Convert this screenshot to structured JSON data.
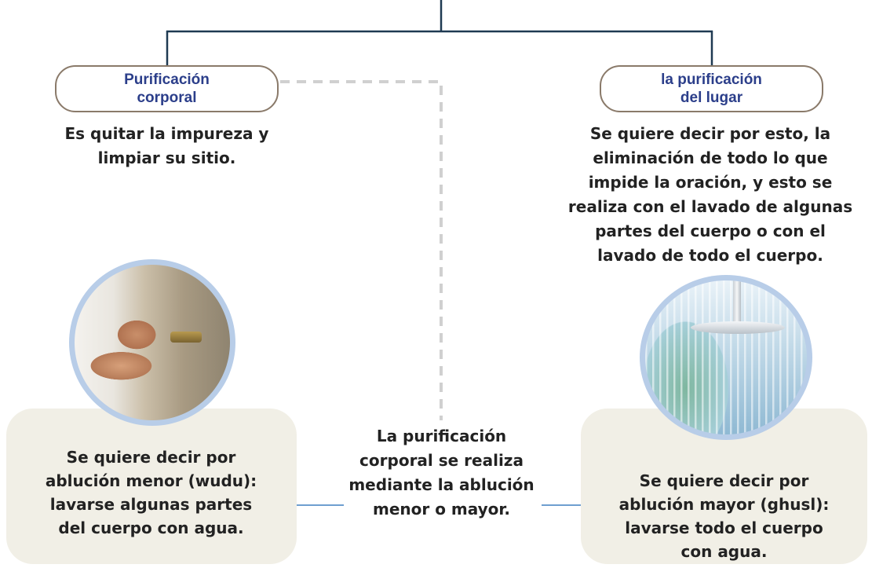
{
  "diagram": {
    "left_title": "Purificación\ncorporal",
    "right_title": "la purificación\ndel lugar",
    "left_description": "Es quitar la impureza y\nlimpiar su sitio.",
    "right_description": "Se quiere decir por esto, la\neliminación de todo lo que\nimpide la oración, y esto se\nrealiza con el lavado de algunas\npartes del cuerpo o con el\nlavado de todo el cuerpo.",
    "center_text": "La purificación\ncorporal se realiza\nmediante la ablución\nmenor o mayor.",
    "wudu_card": "Se quiere decir por\nablución menor (wudu):\nlavarse algunas partes\ndel cuerpo con agua.",
    "ghusl_card": "Se quiere decir por\nablución mayor (ghusl):\nlavarse todo el cuerpo\ncon agua."
  },
  "colors": {
    "connector": "#1f3a52",
    "dashed": "#d0d0d0",
    "title_text": "#2b3e8a",
    "pill_border": "#8a7a6a",
    "card_bg": "#f1efe6",
    "ring": "#b8cde8",
    "link": "#6e9fd0"
  },
  "icons": {
    "wudu_photo": "hands-washing-at-tap-photo",
    "ghusl_photo": "shower-head-photo"
  }
}
